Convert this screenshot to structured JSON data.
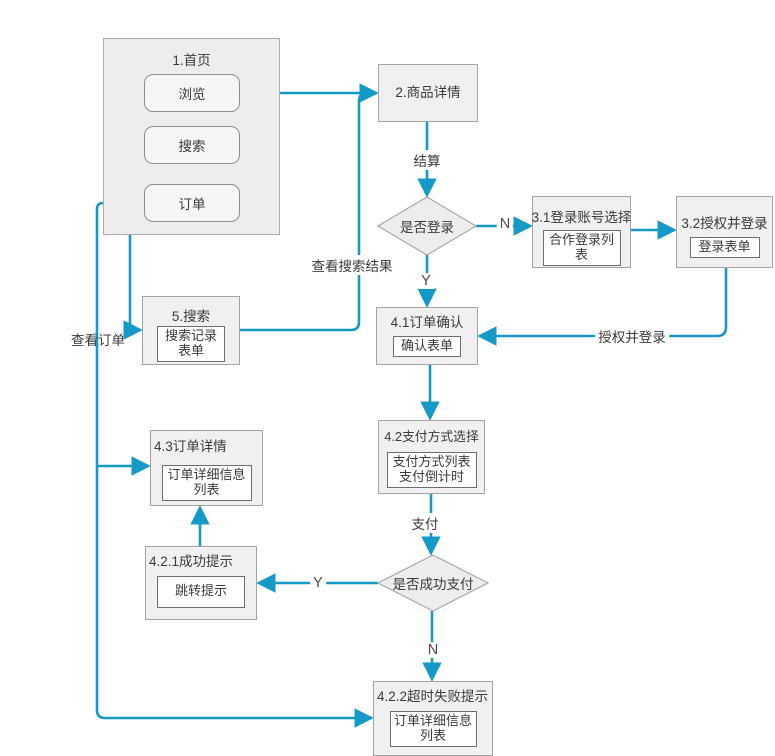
{
  "colors": {
    "connector": "#1599c7",
    "node_fill": "#f0f0f0",
    "node_border": "#a3a3a3",
    "inner_fill": "#ffffff",
    "inner_border": "#6e6e6e",
    "text": "#3a3a3a"
  },
  "nodes": {
    "home": {
      "title": "1.首页",
      "items": [
        {
          "label": "浏览"
        },
        {
          "label": "搜索"
        },
        {
          "label": "订单"
        }
      ]
    },
    "product_detail": {
      "title": "2.商品详情"
    },
    "login_decision": {
      "label": "是否登录"
    },
    "account_select": {
      "title": "3.1登录账号选择",
      "panel": "合作登录列表"
    },
    "auth_login": {
      "title": "3.2授权并登录",
      "panel": "登录表单"
    },
    "order_confirm": {
      "title": "4.1订单确认",
      "panel": "确认表单"
    },
    "search_page": {
      "title": "5.搜索",
      "panel": "搜索记录表单"
    },
    "order_detail": {
      "title": "4.3订单详情",
      "panel": "订单详细信息列表"
    },
    "payment_select": {
      "title": "4.2支付方式选择",
      "panel_line1": "支付方式列表",
      "panel_line2": "支付倒计时"
    },
    "success_tip": {
      "title": "4.2.1成功提示",
      "panel": "跳转提示"
    },
    "pay_decision": {
      "label": "是否成功支付"
    },
    "timeout_fail": {
      "title": "4.2.2超时失败提示",
      "panel": "订单详细信息列表"
    }
  },
  "edge_labels": {
    "settle": "结算",
    "not_logged_in": "N",
    "logged_in": "Y",
    "view_search_results": "查看搜索结果",
    "view_order": "查看订单",
    "authorize_and_login": "授权并登录",
    "pay": "支付",
    "pay_success": "Y",
    "pay_fail": "N"
  }
}
